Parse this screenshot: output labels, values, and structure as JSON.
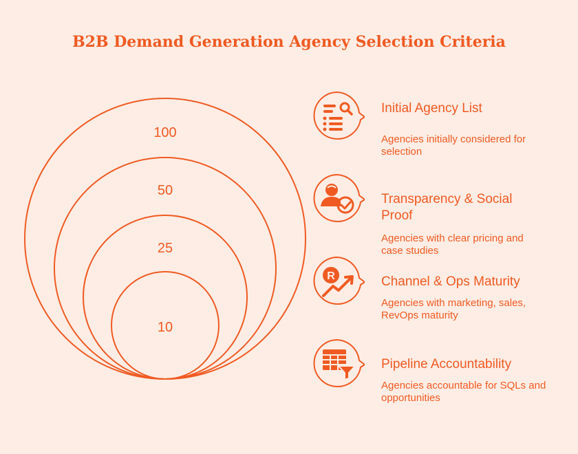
{
  "title": "B2B Demand Generation Agency Selection Criteria",
  "funnel": {
    "levels": [
      {
        "value": "100"
      },
      {
        "value": "50"
      },
      {
        "value": "25"
      },
      {
        "value": "10"
      }
    ]
  },
  "criteria": [
    {
      "title": "Initial Agency List",
      "description": "Agencies initially considered for selection",
      "icon": "search-list-icon"
    },
    {
      "title": "Transparency & Social Proof",
      "description": "Agencies with clear pricing and case studies",
      "icon": "user-check-icon"
    },
    {
      "title": "Channel & Ops Maturity",
      "description": "Agencies with marketing, sales, RevOps maturity",
      "icon": "growth-chart-icon"
    },
    {
      "title": "Pipeline Accountability",
      "description": "Agencies accountable for SQLs and opportunities",
      "icon": "table-filter-icon"
    }
  ],
  "colors": {
    "accent": "#F05A22",
    "background": "#FDEDE4"
  }
}
